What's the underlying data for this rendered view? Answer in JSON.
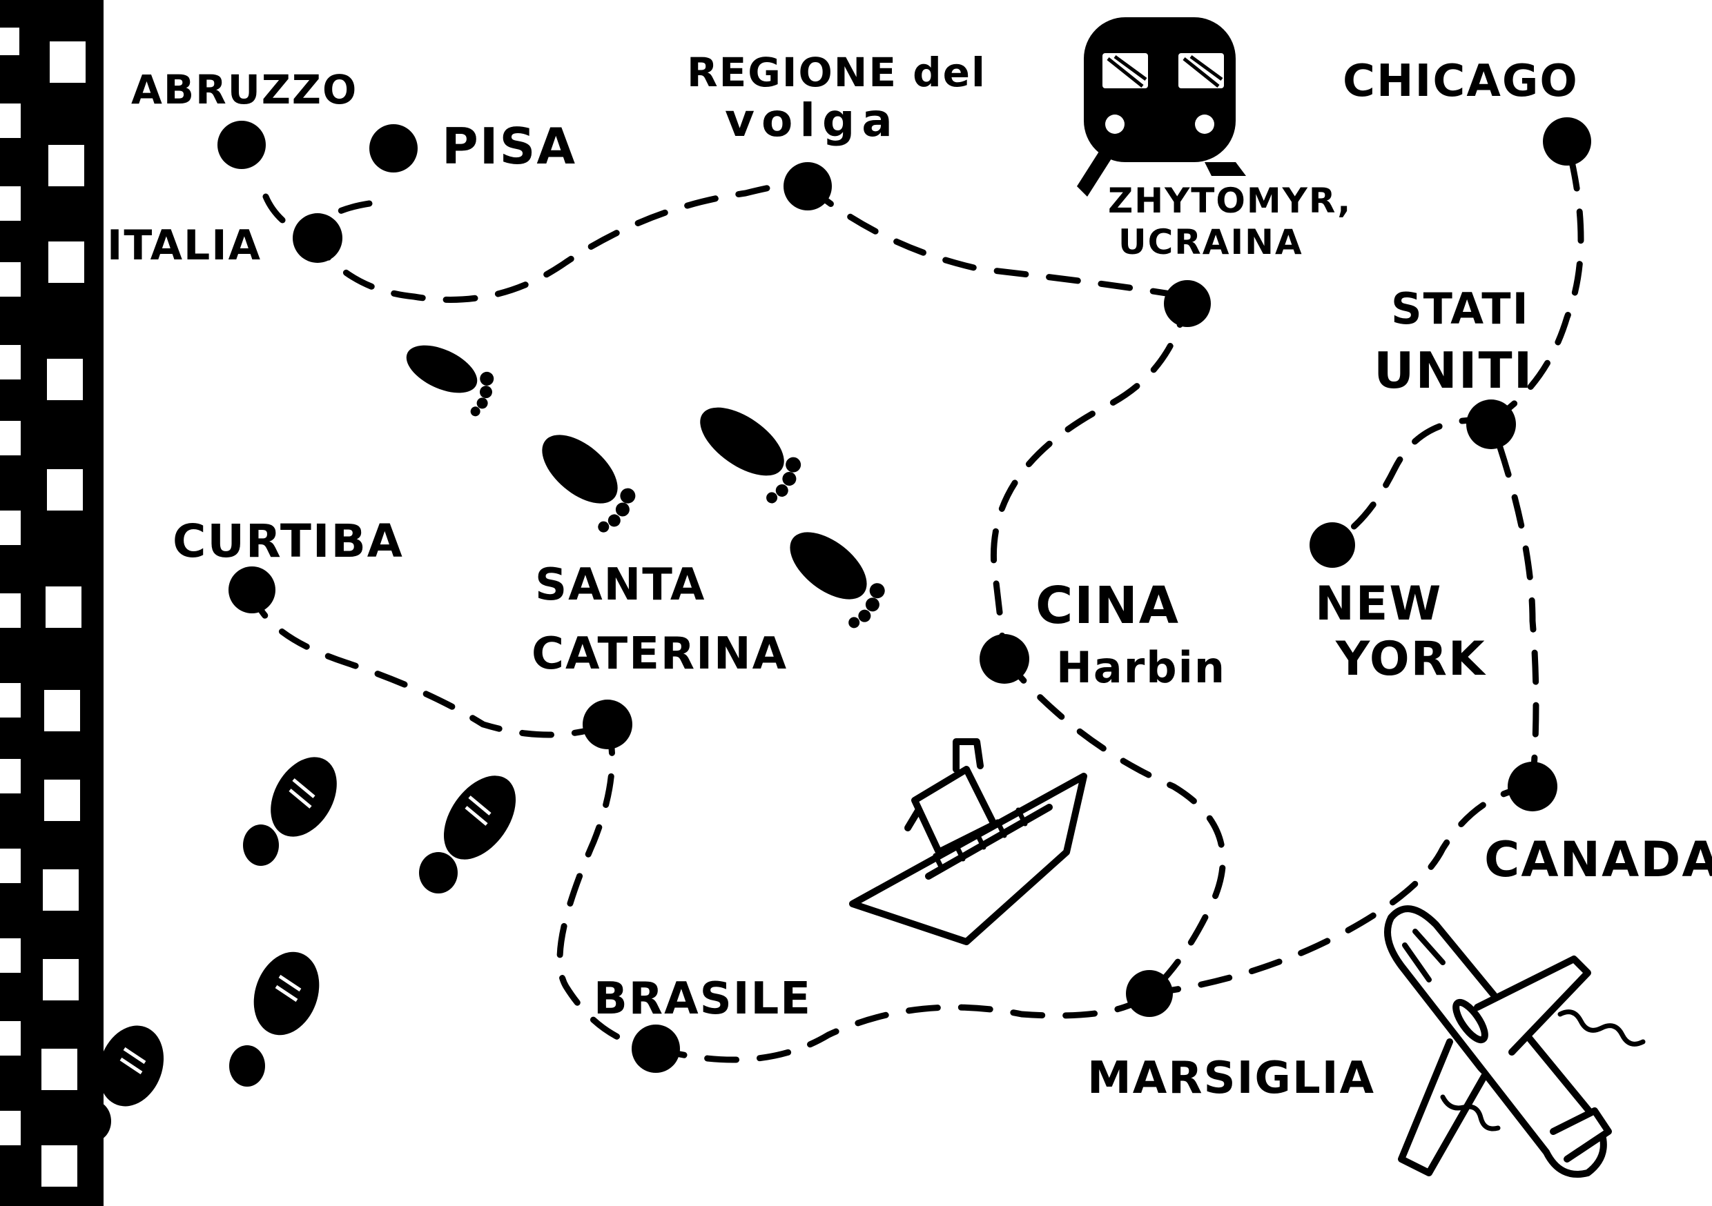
{
  "map": {
    "colors": {
      "ink": "#000000",
      "paper": "#ffffff"
    },
    "places": {
      "abruzzo": "ABRUZZO",
      "pisa": "PISA",
      "italia": "ITALIA",
      "regione_line1": "REGIONE del",
      "regione_line2": "volga",
      "zhytomyr_line1": "ZHYTOMYR,",
      "zhytomyr_line2": "UCRAINA",
      "chicago": "CHICAGO",
      "stati_line1": "STATI",
      "stati_line2": "UNITI",
      "curitiba": "CURTIBA",
      "santa_line1": "SANTA",
      "santa_line2": "CATERINA",
      "cina_line1": "CINA",
      "cina_line2": "Harbin",
      "ny_line1": "NEW",
      "ny_line2": "YORK",
      "canada": "CANADA",
      "brasile": "BRASILE",
      "marsiglia": "MARSIGLIA"
    },
    "icons": [
      "train-icon",
      "ship-icon",
      "airplane-icon",
      "footprint-icon",
      "shoeprint-icon",
      "film-strip-border"
    ]
  }
}
